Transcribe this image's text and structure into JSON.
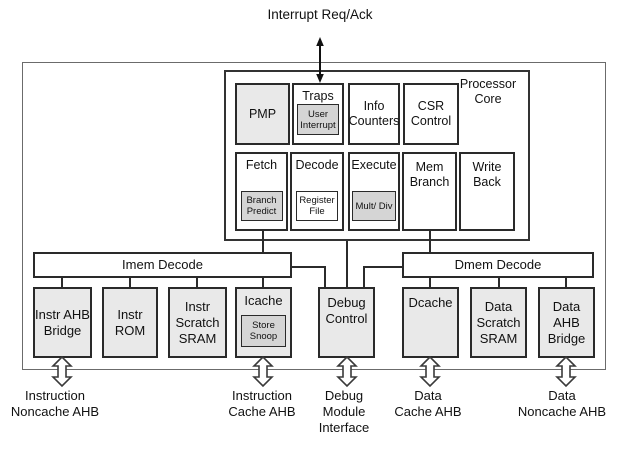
{
  "interrupt_label": "Interrupt Req/Ack",
  "colors": {
    "block_fill": "#e9e9e9",
    "nested_fill": "#d5d5d5",
    "box_border": "#2a2a2a",
    "chip_outline": "#6b6b6b"
  },
  "core": {
    "label": "Processor Core",
    "row1": [
      {
        "label": "PMP"
      },
      {
        "label": "Traps",
        "nested": "User Interrupt"
      },
      {
        "label": "Info Counters"
      },
      {
        "label": "CSR Control"
      }
    ],
    "row2": [
      {
        "label": "Fetch",
        "nested": "Branch Predict"
      },
      {
        "label": "Decode",
        "nested": "Register File"
      },
      {
        "label": "Execute",
        "nested": "Mult/ Div"
      },
      {
        "label": "Mem Branch"
      },
      {
        "label": "Write Back"
      }
    ]
  },
  "decoders": {
    "imem": {
      "label": "Imem Decode"
    },
    "dmem": {
      "label": "Dmem Decode"
    }
  },
  "blocks": [
    {
      "label": "Instr AHB Bridge"
    },
    {
      "label": "Instr ROM"
    },
    {
      "label": "Instr Scratch SRAM"
    },
    {
      "label": "Icache",
      "nested": "Store Snoop"
    },
    {
      "label": "Debug Control"
    },
    {
      "label": "Dcache"
    },
    {
      "label": "Data Scratch SRAM"
    },
    {
      "label": "Data AHB Bridge"
    }
  ],
  "bus_labels": [
    {
      "lines": [
        "Instruction",
        "Noncache AHB"
      ]
    },
    {
      "lines": [
        "Instruction",
        "Cache AHB"
      ]
    },
    {
      "lines": [
        "Debug",
        "Module",
        "Interface"
      ]
    },
    {
      "lines": [
        "Data",
        "Cache AHB"
      ]
    },
    {
      "lines": [
        "Data",
        "Noncache AHB"
      ]
    }
  ]
}
